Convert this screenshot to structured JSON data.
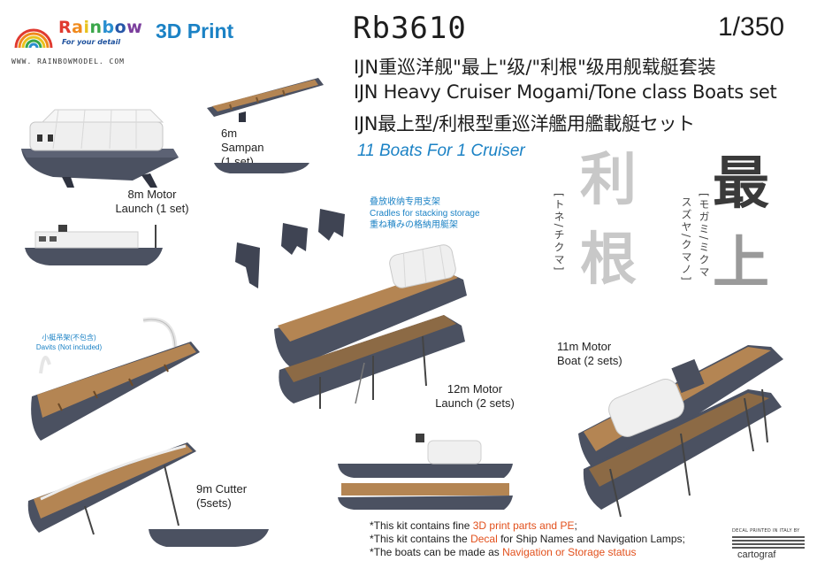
{
  "brand": {
    "name_letters": [
      {
        "ch": "R",
        "color": "#e03a2f"
      },
      {
        "ch": "a",
        "color": "#f08a1d"
      },
      {
        "ch": "i",
        "color": "#e8c21e"
      },
      {
        "ch": "n",
        "color": "#3aa64a"
      },
      {
        "ch": "b",
        "color": "#2a8fd0"
      },
      {
        "ch": "o",
        "color": "#2757a8"
      },
      {
        "ch": "w",
        "color": "#7a3d9c"
      }
    ],
    "tagline": "For your detail",
    "url": "WWW. RAINBOWMODEL. COM",
    "print_label": "3D Print"
  },
  "product": {
    "code": "Rb3610",
    "scale": "1/350",
    "title_cn": "IJN重巡洋舰\"最上\"级/\"利根\"级用舰载艇套装",
    "title_en": "IJN Heavy Cruiser Mogami/Tone class Boats set",
    "title_jp": "IJN最上型/利根型重巡洋艦用艦載艇セット",
    "tagline": "11 Boats For 1 Cruiser"
  },
  "calligraphy": {
    "tone_kanji_1": "利",
    "tone_kanji_2": "根",
    "mogami_kanji_1": "最",
    "mogami_kanji_2": "上",
    "tone_kana": "[トネ/チクマ]",
    "mogami_kana_1": "[モガミ/ミクマ",
    "mogami_kana_2": "スズヤ/クマノ]"
  },
  "labels": {
    "sampan": "6m Sampan",
    "sampan_sets": "(1 set)",
    "motor_launch_8": "8m Motor",
    "motor_launch_8_sets": "Launch (1 set)",
    "cradles_cn": "叠放收纳专用支架",
    "cradles_en": "Cradles for stacking storage",
    "cradles_jp": "重ね積みの格納用艇架",
    "davits_cn": "小艇吊架(不包含)",
    "davits_en": "Davits (Not included)",
    "motor_launch_12": "12m Motor",
    "motor_launch_12_sets": "Launch (2 sets)",
    "motor_boat_11": "11m Motor",
    "motor_boat_11_sets": "Boat (2 sets)",
    "cutter": "9m Cutter",
    "cutter_sets": "(5sets)"
  },
  "notes": {
    "line1_pre": "*This kit contains fine ",
    "line1_hl": "3D print parts and PE",
    "line1_post": ";",
    "line2_pre": "*This kit contains the ",
    "line2_hl": "Decal",
    "line2_post": " for Ship Names and Navigation Lamps;",
    "line3_pre": "*The boats can be made as ",
    "line3_hl": "Navigation or Storage status"
  },
  "decal": {
    "printed": "DECAL PRINTED IN ITALY BY",
    "maker": "cartograf"
  },
  "colors": {
    "accent_blue": "#1b82c5",
    "highlight_orange": "#e2501c",
    "hull_grey": "#4b5161",
    "deck_wood": "#b48553",
    "canopy": "#efefef"
  }
}
